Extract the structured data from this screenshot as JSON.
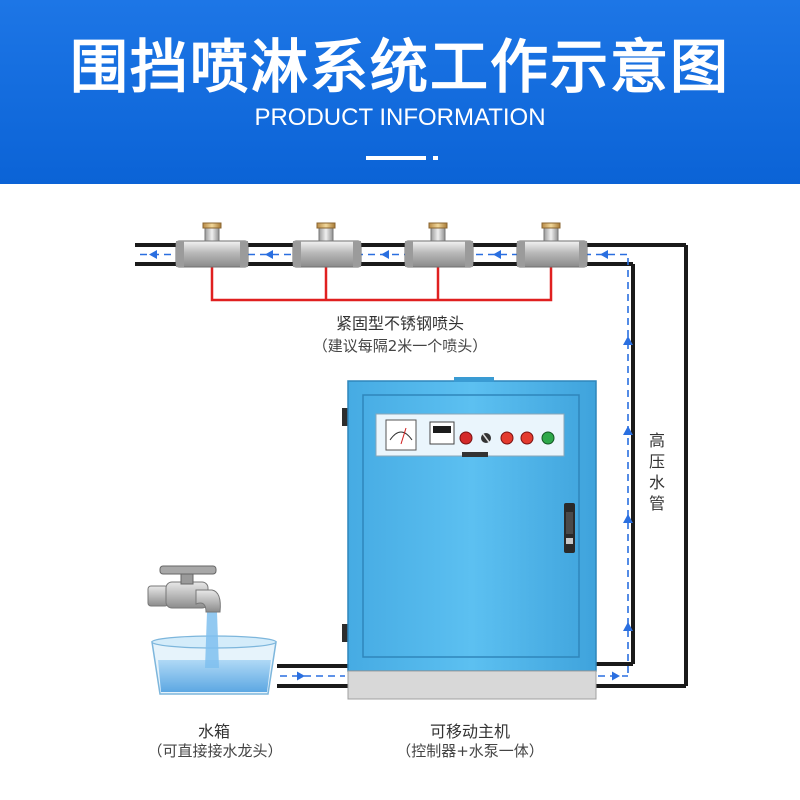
{
  "banner": {
    "title": "围挡喷淋系统工作示意图",
    "subtitle": "PRODUCT INFORMATION"
  },
  "labels": {
    "nozzle_title": "紧固型不锈钢喷头",
    "nozzle_note": "（建议每隔2米一个喷头）",
    "pipe_label": "高压水管",
    "tank_title": "水箱",
    "tank_note": "（可直接接水龙头）",
    "host_title": "可移动主机",
    "host_note": "（控制器+水泵一体）"
  },
  "colors": {
    "banner": "#0b63d6",
    "cabinet": "#4db4ea",
    "pipe": "#1a1a1a",
    "flow_arrow": "#2a6fe0",
    "wire": "#e02020",
    "water": "#8fc6ee"
  }
}
